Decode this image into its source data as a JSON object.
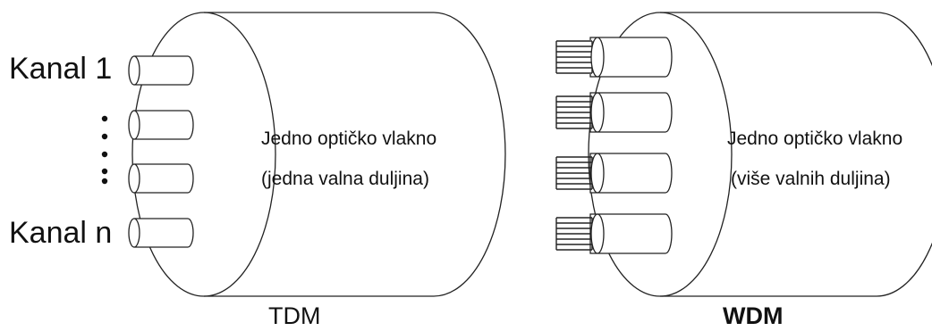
{
  "tdm": {
    "channel_first": "Kanal 1",
    "channel_last": "Kanal n",
    "fiber_line1": "Jedno optičko vlakno",
    "fiber_line2": "(jedna valna duljina)",
    "caption": "TDM"
  },
  "wdm": {
    "fiber_line1": "Jedno optičko vlakno",
    "fiber_line2": "(više valnih duljina)",
    "caption": "WDM"
  }
}
